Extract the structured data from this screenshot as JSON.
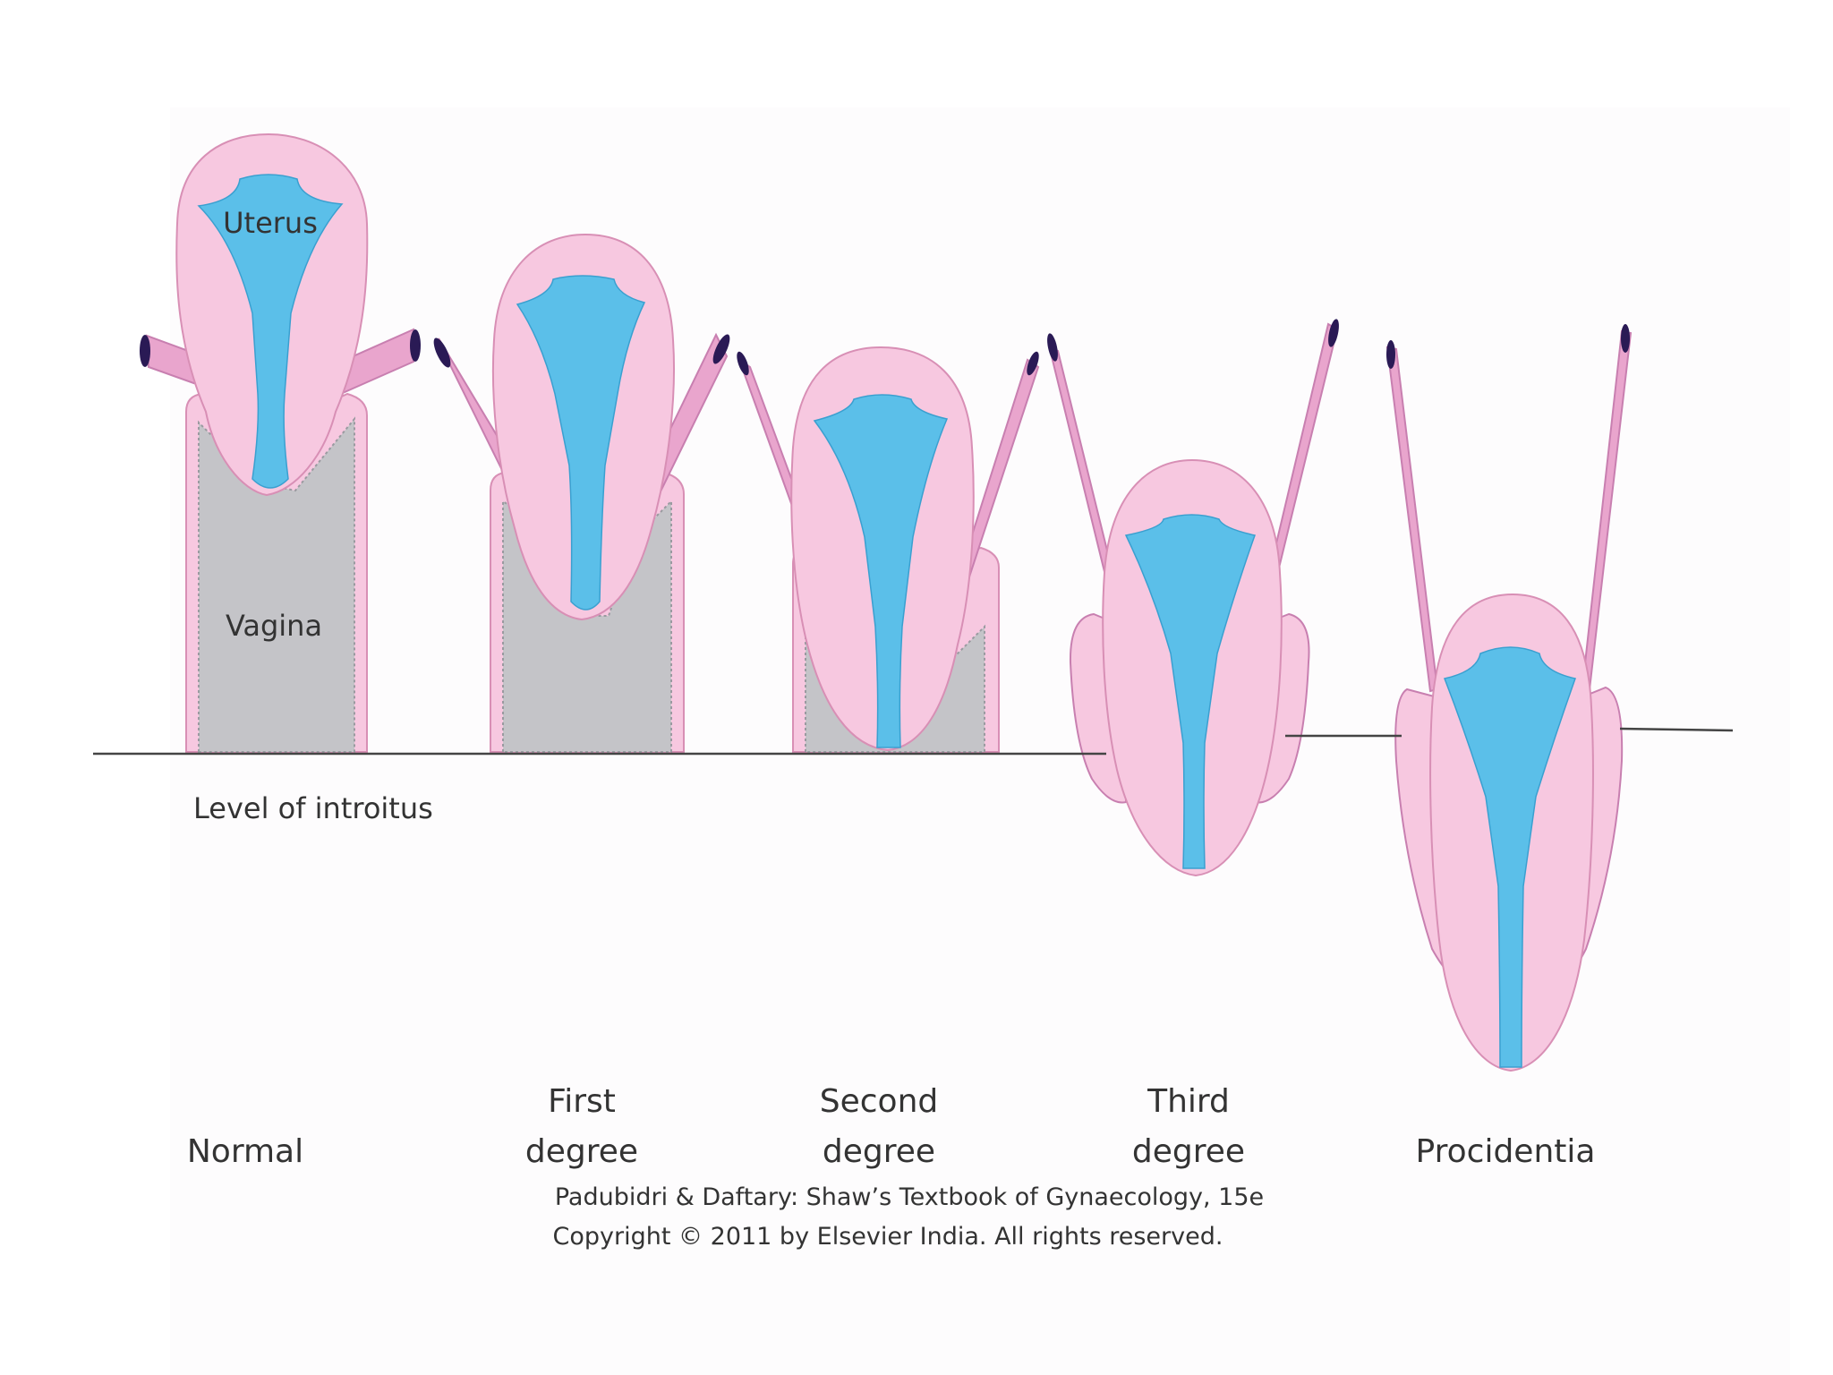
{
  "labels": {
    "uterus": "Uterus",
    "vagina": "Vagina",
    "introitus": "Level of introitus"
  },
  "stages": [
    {
      "line1": "",
      "line2": "Normal"
    },
    {
      "line1": "First",
      "line2": "degree"
    },
    {
      "line1": "Second",
      "line2": "degree"
    },
    {
      "line1": "Third",
      "line2": "degree"
    },
    {
      "line1": "",
      "line2": "Procidentia"
    }
  ],
  "citation": {
    "line1": "Padubidri & Daftary: Shaw’s Textbook of Gynaecology, 15e",
    "line2": "Copyright © 2011 by Elsevier India. All rights reserved."
  },
  "colors": {
    "tissue_pink": "#f7c8e0",
    "cavity_blue": "#5bbfe9",
    "vagina_gray": "#c4c4c8",
    "ligament_pink": "#e9a5cd",
    "ligament_end": "#2a1a55",
    "outline": "#d88fb5"
  }
}
